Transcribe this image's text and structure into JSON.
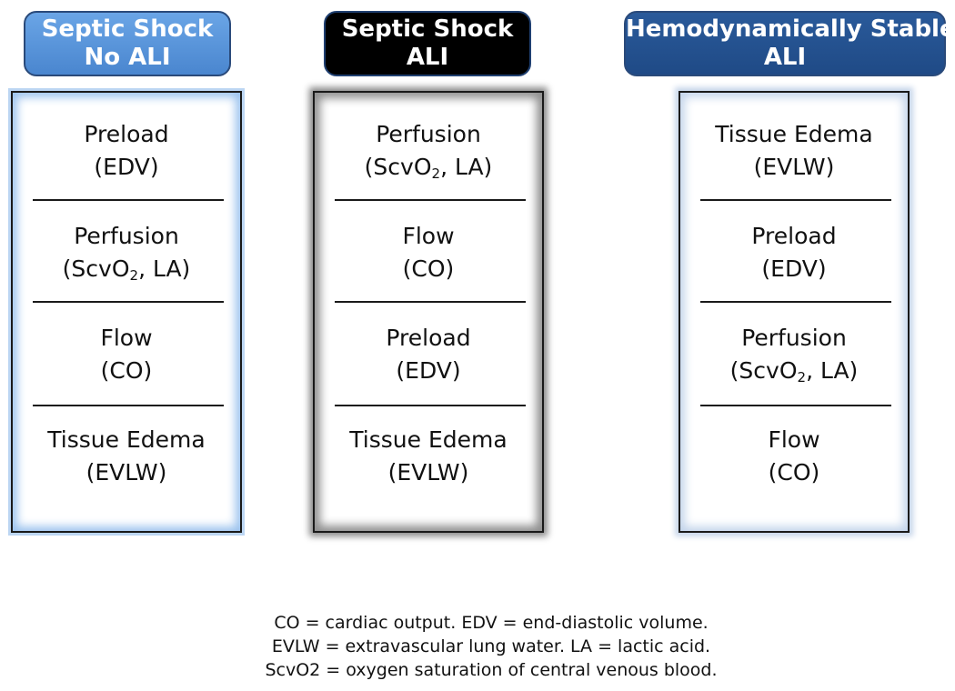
{
  "columns": [
    {
      "header": [
        "Septic Shock",
        "No ALI"
      ],
      "items": [
        {
          "line1": "Preload",
          "line2": "(EDV)"
        },
        {
          "line1": "Perfusion",
          "line2": "(ScvO2, LA)"
        },
        {
          "line1": "Flow",
          "line2": "(CO)"
        },
        {
          "line1": "Tissue Edema",
          "line2": "(EVLW)"
        }
      ]
    },
    {
      "header": [
        "Septic Shock",
        "ALI"
      ],
      "items": [
        {
          "line1": "Perfusion",
          "line2": "(ScvO2, LA)"
        },
        {
          "line1": "Flow",
          "line2": "(CO)"
        },
        {
          "line1": "Preload",
          "line2": "(EDV)"
        },
        {
          "line1": "Tissue Edema",
          "line2": "(EVLW)"
        }
      ]
    },
    {
      "header": [
        "Hemodynamically Stable",
        "ALI"
      ],
      "items": [
        {
          "line1": "Tissue Edema",
          "line2": "(EVLW)"
        },
        {
          "line1": "Preload",
          "line2": "(EDV)"
        },
        {
          "line1": "Perfusion",
          "line2": "(ScvO2, LA)"
        },
        {
          "line1": "Flow",
          "line2": "(CO)"
        }
      ]
    }
  ],
  "legend": [
    "CO = cardiac output. EDV = end-diastolic volume.",
    "EVLW = extravascular lung water. LA = lactic acid.",
    "ScvO2 = oxygen saturation of central venous blood."
  ],
  "colors": {
    "header_1": "#5b97dc",
    "header_2": "#000000",
    "header_3": "#24518f",
    "glow_1": "#9cc3ee",
    "glow_2": "#8a8a8a",
    "glow_3": "#c4d5eb"
  }
}
